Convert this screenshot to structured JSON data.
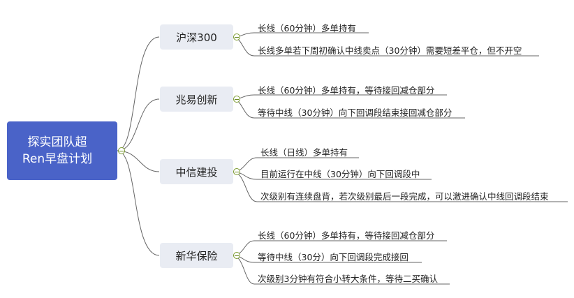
{
  "root": {
    "line1": "探实团队超",
    "line2": "Ren早盘计划"
  },
  "branches": [
    {
      "label": "沪深300",
      "leaves": [
        "长线（60分钟）多单持有",
        "长线多单若下周初确认中线卖点（30分钟）需要短差平仓，但不开空"
      ]
    },
    {
      "label": "兆易创新",
      "leaves": [
        "长线（60分钟）多单持有，等待接回减仓部分",
        "等待中线（30分钟）向下回调段结束接回减仓部分"
      ]
    },
    {
      "label": "中信建投",
      "leaves": [
        "长线（日线）多单持有",
        "目前运行在中线（30分钟）向下回调段中",
        "次级别有连续盘背，若次级别最后一段完成，可以激进确认中线回调段结束"
      ]
    },
    {
      "label": "新华保险",
      "leaves": [
        "长线（60分钟）多单持有，等待接回减仓部分",
        "等待中线（30分）向下回调段完成接回",
        "次级别3分钟有符合小转大条件，等待二买确认"
      ]
    }
  ],
  "colors": {
    "root_fill": "#4a63c8",
    "branch_fill": "#e9ecf3",
    "connector": "#666666",
    "toggle": "#7a9a2c"
  }
}
